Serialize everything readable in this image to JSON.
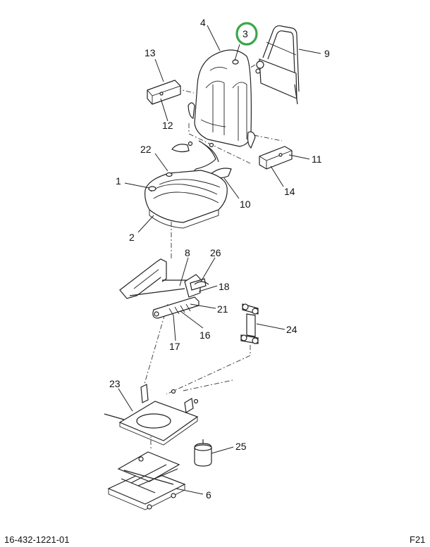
{
  "diagram": {
    "callouts": {
      "c1": "1",
      "c2": "2",
      "c3": "3",
      "c4": "4",
      "c6": "6",
      "c8": "8",
      "c9": "9",
      "c10": "10",
      "c11": "11",
      "c12": "12",
      "c13": "13",
      "c14": "14",
      "c16": "16",
      "c17": "17",
      "c18": "18",
      "c21": "21",
      "c22": "22",
      "c23": "23",
      "c24": "24",
      "c25": "25",
      "c26": "26"
    },
    "highlight_color": "#3aa64a",
    "footer": {
      "part_number": "16-432-1221-01",
      "figure_code": "F21"
    }
  }
}
